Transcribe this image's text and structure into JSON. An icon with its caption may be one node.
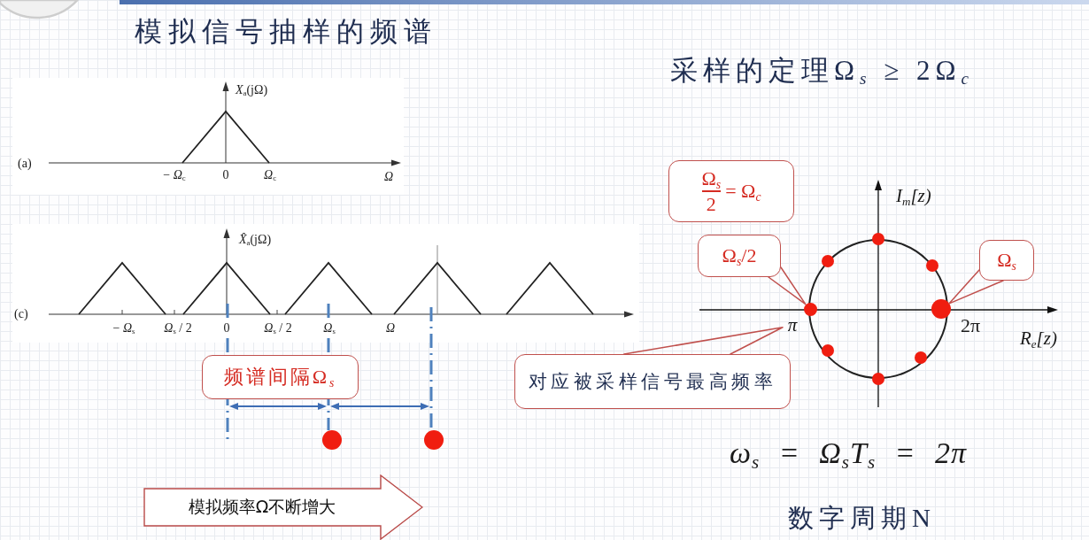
{
  "diagram": {
    "title": "模拟信号抽样的频谱",
    "nodes": [
      {
        "text": [
          "Ω$_{s}$",
          "2",
          "= Ω$_{c}$"
        ]
      },
      {
        "text": [
          "Ω$_{s}$/2"
        ]
      },
      {
        "text": [
          "Ω$_{s}$"
        ]
      },
      {
        "text": [],
        "shape": "circle"
      },
      {
        "text": [],
        "shape": "circle"
      },
      {
        "text": [
          "π"
        ]
      },
      {
        "text": [
          "频谱间隔Ω$_{s}$"
        ]
      },
      {
        "text": [
          "对应被采样信号最高频率"
        ]
      },
      {
        "text": [
          "模拟频率Ω不断增大"
        ]
      }
    ],
    "edges": [
      {
        "from": 1,
        "to": 3,
        "arrow": "none"
      },
      {
        "from": 2,
        "to": 4,
        "arrow": "none"
      },
      {
        "from": 7,
        "to": 5,
        "arrow": "none"
      }
    ],
    "labels": [
      "采样的定理Ω$_{s}$ ≥ 2Ω$_{c}$",
      "*X*$_{a}$(jΩ)",
      "(a)",
      "− *Ω*$_{c}$",
      "0",
      "*Ω*$_{c}$",
      "Ω",
      "*X̂*$_{a}$(jΩ)",
      "(c)",
      "− *Ω*$_{s}$",
      "*Ω*$_{s}$ / 2",
      "0",
      "*Ω*$_{s}$ / 2",
      "*Ω*$_{s}$",
      "Ω",
      "I$_{m}$[z)",
      "2π",
      "R$_{e}$[z)",
      "ω$_{s}$ = Ω$_{s}$T$_{s}$ = 2π",
      "数字周期N"
    ]
  }
}
